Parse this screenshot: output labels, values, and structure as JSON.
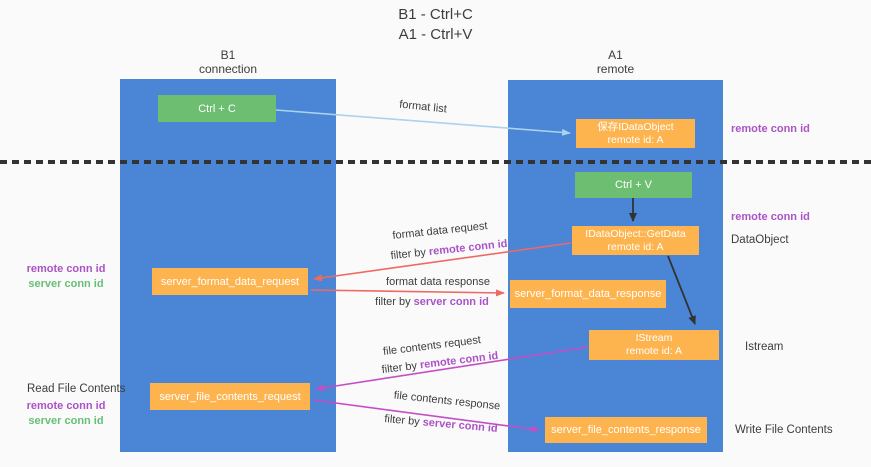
{
  "title": {
    "line1": "B1 - Ctrl+C",
    "line2": "A1 - Ctrl+V"
  },
  "lifelines": {
    "left": {
      "name": "B1",
      "role": "connection"
    },
    "right": {
      "name": "A1",
      "role": "remote"
    }
  },
  "nodes": {
    "ctrl_c": {
      "label": "Ctrl + C"
    },
    "save_idataobject": {
      "line1": "保存IDataObject",
      "line2": "remote id: A"
    },
    "ctrl_v": {
      "label": "Ctrl + V"
    },
    "idataobject_getdata": {
      "line1": "IDataObject::GetData",
      "line2": "remote id: A"
    },
    "server_format_data_request": {
      "label": "server_format_data_request"
    },
    "server_format_data_response": {
      "label": "server_format_data_response"
    },
    "istream": {
      "line1": "IStream",
      "line2": "remote id: A"
    },
    "server_file_contents_request": {
      "label": "server_file_contents_request"
    },
    "server_file_contents_response": {
      "label": "server_file_contents_response"
    }
  },
  "side_labels": {
    "remote_conn_id_top": "remote conn id",
    "remote_conn_id_mid": "remote conn id",
    "dataobject": "DataObject",
    "istream": "Istream",
    "write_file_contents": "Write File Contents",
    "read_file_contents": "Read File Contents",
    "left_group_format": {
      "remote": "remote conn id",
      "server": "server conn id"
    },
    "left_group_file": {
      "remote": "remote conn id",
      "server": "server conn id"
    }
  },
  "flow_labels": {
    "format_list": "format list",
    "format_data_request": "format data request",
    "filter_by_remote_1": {
      "prefix": "filter by ",
      "highlight": "remote conn id"
    },
    "format_data_response": "format data response",
    "filter_by_server_1": {
      "prefix": "filter by ",
      "highlight": "server conn id"
    },
    "file_contents_request": "file contents request",
    "filter_by_remote_2": {
      "prefix": "filter by ",
      "highlight": "remote conn id"
    },
    "file_contents_response": "file contents response",
    "filter_by_server_2": {
      "prefix": "filter by ",
      "highlight": "server conn id"
    }
  },
  "colors": {
    "background": "#fafafa",
    "column_blue": "#4a85d6",
    "node_orange": "#fdb44e",
    "node_green": "#6ebe71",
    "label_purple": "#ab53c6",
    "label_green": "#67bf77",
    "arrow_red": "#ed6a63",
    "arrow_magenta": "#c44fc4",
    "arrow_lightblue": "#a9d3ee",
    "arrow_black": "#333333",
    "text_dark": "#3d3d3d"
  }
}
